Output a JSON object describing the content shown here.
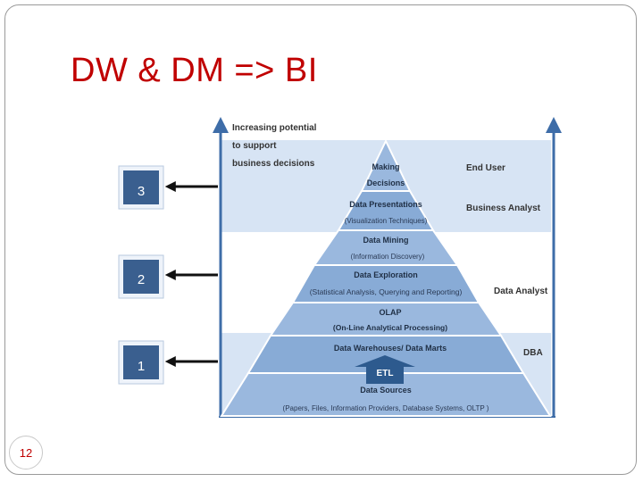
{
  "slide": {
    "title": "DW & DM  => BI",
    "page_number": "12"
  },
  "diagram": {
    "axis_caption": [
      "Increasing potential",
      "to support",
      "business decisions"
    ],
    "levels": [
      {
        "number": "3",
        "role": "End User"
      },
      {
        "number": "",
        "role": "Business Analyst"
      },
      {
        "number": "2",
        "role": "Data Analyst"
      },
      {
        "number": "1",
        "role": "DBA"
      }
    ],
    "tiers": [
      {
        "title": "Making",
        "subtitle": "Decisions"
      },
      {
        "title": "Data Presentations",
        "subtitle": "(Visualization Techniques)"
      },
      {
        "title": "Data Mining",
        "subtitle": "(Information Discovery)"
      },
      {
        "title": "Data Exploration",
        "subtitle": "(Statistical Analysis, Querying and Reporting)"
      },
      {
        "title": "OLAP",
        "subtitle": "(On-Line Analytical Processing)"
      },
      {
        "title": "Data Warehouses/ Data Marts",
        "subtitle": ""
      },
      {
        "title": "Data Sources",
        "subtitle": "(Papers, Files, Information Providers, Database Systems, OLTP )"
      }
    ],
    "etl_label": "ETL",
    "colors": {
      "band": "#d7e4f4",
      "tier_light": "#b7cde8",
      "tier_mid": "#9ab8de",
      "tier_dark": "#88abd6",
      "outline": "#3e6da8",
      "etl_arrow": "#2d5a8e",
      "title": "#c00000"
    }
  }
}
